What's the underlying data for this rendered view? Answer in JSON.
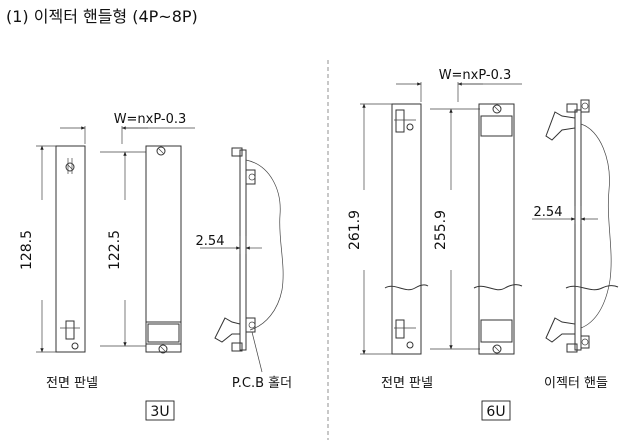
{
  "title": "(1) 이젝터 핸들형 (4P~8P)",
  "left_group": {
    "width_label": "W=nxP-0.3",
    "height_outer": "128.5",
    "height_inner": "122.5",
    "offset": "2.54",
    "caption_panel": "전면 판넬",
    "caption_holder": "P.C.B 홀더",
    "size_tag": "3U"
  },
  "right_group": {
    "width_label": "W=nxP-0.3",
    "height_outer": "261.9",
    "height_inner": "255.9",
    "offset": "2.54",
    "caption_panel": "전면 판넬",
    "caption_handle": "이젝터 핸들",
    "size_tag": "6U"
  }
}
